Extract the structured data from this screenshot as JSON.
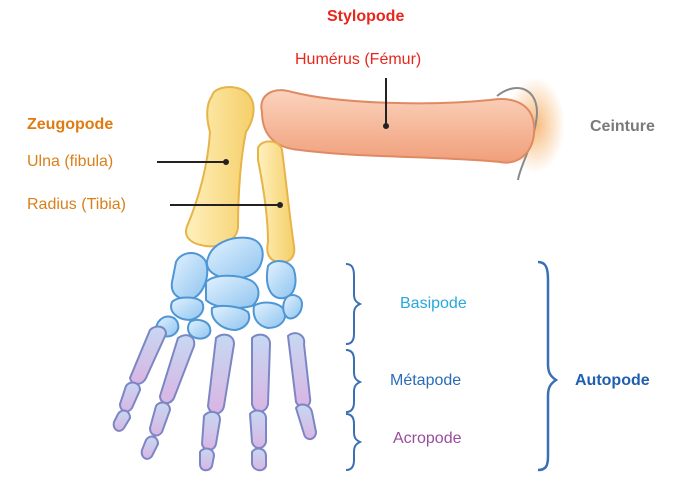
{
  "labels": {
    "stylopode": "Stylopode",
    "humerus": "Humérus (Fémur)",
    "zeugopode": "Zeugopode",
    "ulna": "Ulna (fibula)",
    "radius": "Radius (Tibia)",
    "ceinture": "Ceinture",
    "basipode": "Basipode",
    "metapode": "Métapode",
    "acropode": "Acropode",
    "autopode": "Autopode"
  },
  "colors": {
    "stylopode": "#e8261c",
    "humerus": "#e8261c",
    "zeugopode": "#e07b12",
    "ulna": "#d9801a",
    "radius": "#d9801a",
    "ceinture": "#7a7a7a",
    "basipode": "#29a8dc",
    "metapode": "#2a6cb8",
    "acropode": "#9b4a9e",
    "autopode": "#1f5fb0",
    "bracket": "#3a6fb5",
    "bone_yellow": "#f9dc8a",
    "bone_yellow_edge": "#e8b84a",
    "bone_pink": "#f4b79b",
    "bone_pink_edge": "#e09070",
    "carpal_blue": "#a9d4f5",
    "carpal_edge": "#4f9ad6",
    "phalanx_purple": "#d7b3e0",
    "phalanx_edge": "#9b6bb0"
  }
}
